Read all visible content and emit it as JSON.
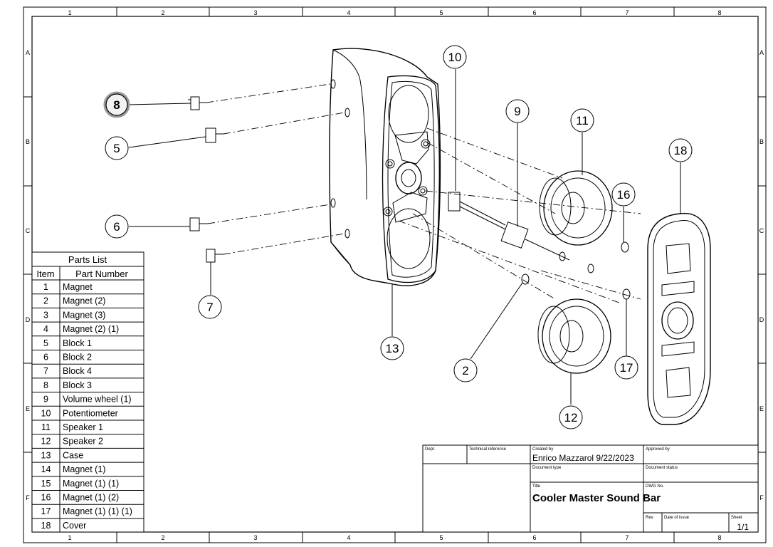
{
  "zones": {
    "columns": [
      "1",
      "2",
      "3",
      "4",
      "5",
      "6",
      "7",
      "8"
    ],
    "rows": [
      "A",
      "B",
      "C",
      "D",
      "E",
      "F"
    ]
  },
  "parts_list": {
    "title": "Parts List",
    "headers": {
      "item": "Item",
      "part_number": "Part Number"
    },
    "rows": [
      {
        "item": "1",
        "part": "Magnet"
      },
      {
        "item": "2",
        "part": "Magnet (2)"
      },
      {
        "item": "3",
        "part": "Magnet (3)"
      },
      {
        "item": "4",
        "part": "Magnet (2) (1)"
      },
      {
        "item": "5",
        "part": "Block 1"
      },
      {
        "item": "6",
        "part": "Block 2"
      },
      {
        "item": "7",
        "part": "Block 4"
      },
      {
        "item": "8",
        "part": "Block 3"
      },
      {
        "item": "9",
        "part": "Volume wheel (1)"
      },
      {
        "item": "10",
        "part": "Potentiometer"
      },
      {
        "item": "11",
        "part": "Speaker 1"
      },
      {
        "item": "12",
        "part": "Speaker 2"
      },
      {
        "item": "13",
        "part": "Case"
      },
      {
        "item": "14",
        "part": "Magnet (1)"
      },
      {
        "item": "15",
        "part": "Magnet (1) (1)"
      },
      {
        "item": "16",
        "part": "Magnet (1) (2)"
      },
      {
        "item": "17",
        "part": "Magnet (1) (1) (1)"
      },
      {
        "item": "18",
        "part": "Cover"
      }
    ]
  },
  "balloons": [
    "8",
    "5",
    "6",
    "7",
    "10",
    "9",
    "11",
    "18",
    "16",
    "13",
    "2",
    "17",
    "12"
  ],
  "title_block": {
    "dept_label": "Dept.",
    "tech_ref_label": "Technical reference",
    "created_by_label": "Created by",
    "created_by_value": "Enrico Mazzarol  9/22/2023",
    "approved_by_label": "Approved by",
    "doc_type_label": "Document type",
    "doc_status_label": "Document status",
    "title_label": "Title",
    "title_value": "Cooler Master Sound Bar",
    "dwg_no_label": "DWG No.",
    "rev_label": "Rev.",
    "date_issue_label": "Date of issue",
    "sheet_label": "Sheet",
    "sheet_value": "1/1"
  }
}
